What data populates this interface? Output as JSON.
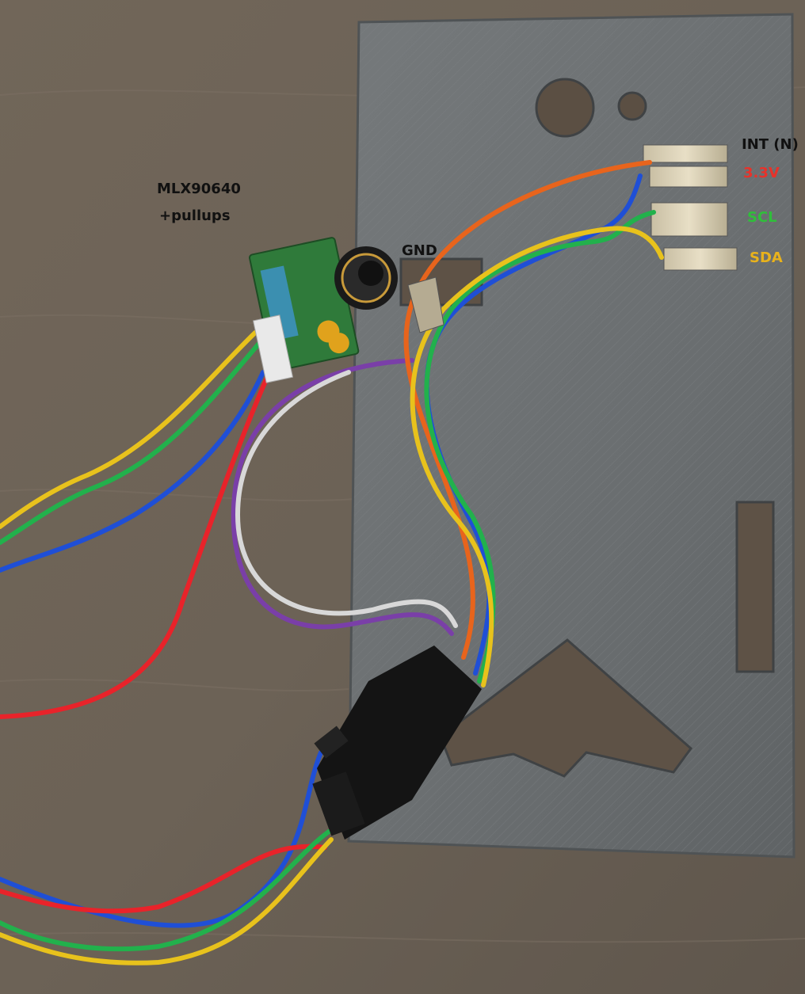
{
  "labels": {
    "sensor_name": "MLX90640",
    "pullups": "+pullups",
    "gnd": "GND",
    "int": "INT (N)",
    "v33": "3.3V",
    "scl": "SCL",
    "sda": "SDA"
  },
  "colors": {
    "table": "#6e6458",
    "plate": "#6b7072",
    "wire_yellow": "#e8c21c",
    "wire_green": "#22b14c",
    "wire_blue": "#1f4fd6",
    "wire_red": "#e8232a",
    "wire_orange": "#e8641c",
    "wire_purple": "#7a3fa8",
    "wire_white": "#d8d8d8",
    "pcb": "#2f7a3a",
    "label_33": "#e8322a",
    "label_scl": "#2fbf3a",
    "label_sda": "#e8b21c"
  }
}
